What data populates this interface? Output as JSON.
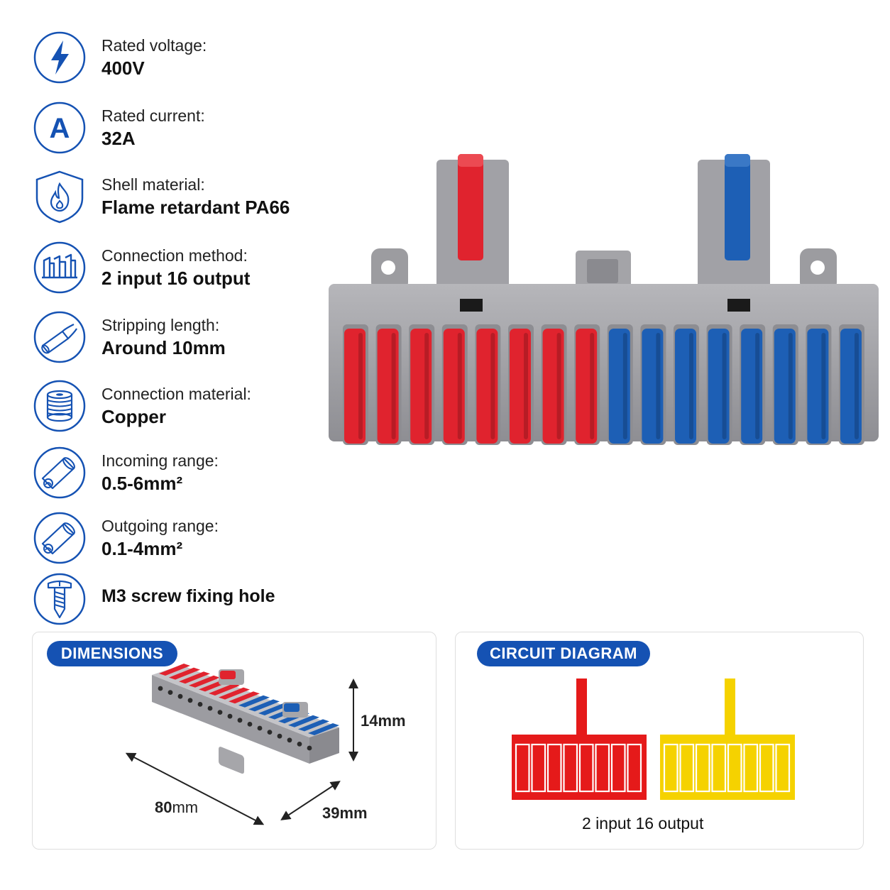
{
  "specs": [
    {
      "icon": "lightning-icon",
      "label": "Rated voltage:",
      "value": "400V"
    },
    {
      "icon": "ampere-icon",
      "label": "Rated current:",
      "value": "32A",
      "icon_text": "A"
    },
    {
      "icon": "flame-shield-icon",
      "label": "Shell material:",
      "value": "Flame retardant PA66"
    },
    {
      "icon": "connection-method-icon",
      "label": "Connection method:",
      "value": "2 input 16 output"
    },
    {
      "icon": "wire-strip-icon",
      "label": "Stripping length:",
      "value": "Around 10mm"
    },
    {
      "icon": "copper-coil-icon",
      "label": "Connection material:",
      "value": "Copper"
    },
    {
      "icon": "wire-incoming-icon",
      "label": "Incoming range:",
      "value": "0.5-6mm²"
    },
    {
      "icon": "wire-outgoing-icon",
      "label": "Outgoing range:",
      "value": "0.1-4mm²"
    },
    {
      "icon": "screw-icon",
      "label": "",
      "value": "M3 screw fixing hole"
    }
  ],
  "product": {
    "input_count": 2,
    "output_count": 16,
    "colors": {
      "red": "#e0232e",
      "blue": "#1d5fb5",
      "gray": "#9a9a9e"
    }
  },
  "dimensions": {
    "title": "DIMENSIONS",
    "height": "14mm",
    "length_num": "80",
    "length_unit": "mm",
    "width": "39mm"
  },
  "circuit": {
    "title": "CIRCUIT DIAGRAM",
    "caption": "2 input 16 output",
    "colors": {
      "left": "#e51a1a",
      "right": "#f5d200"
    },
    "slots_per_group": 8
  },
  "colors": {
    "accent": "#1552b3",
    "icon_stroke": "#1552b3"
  }
}
